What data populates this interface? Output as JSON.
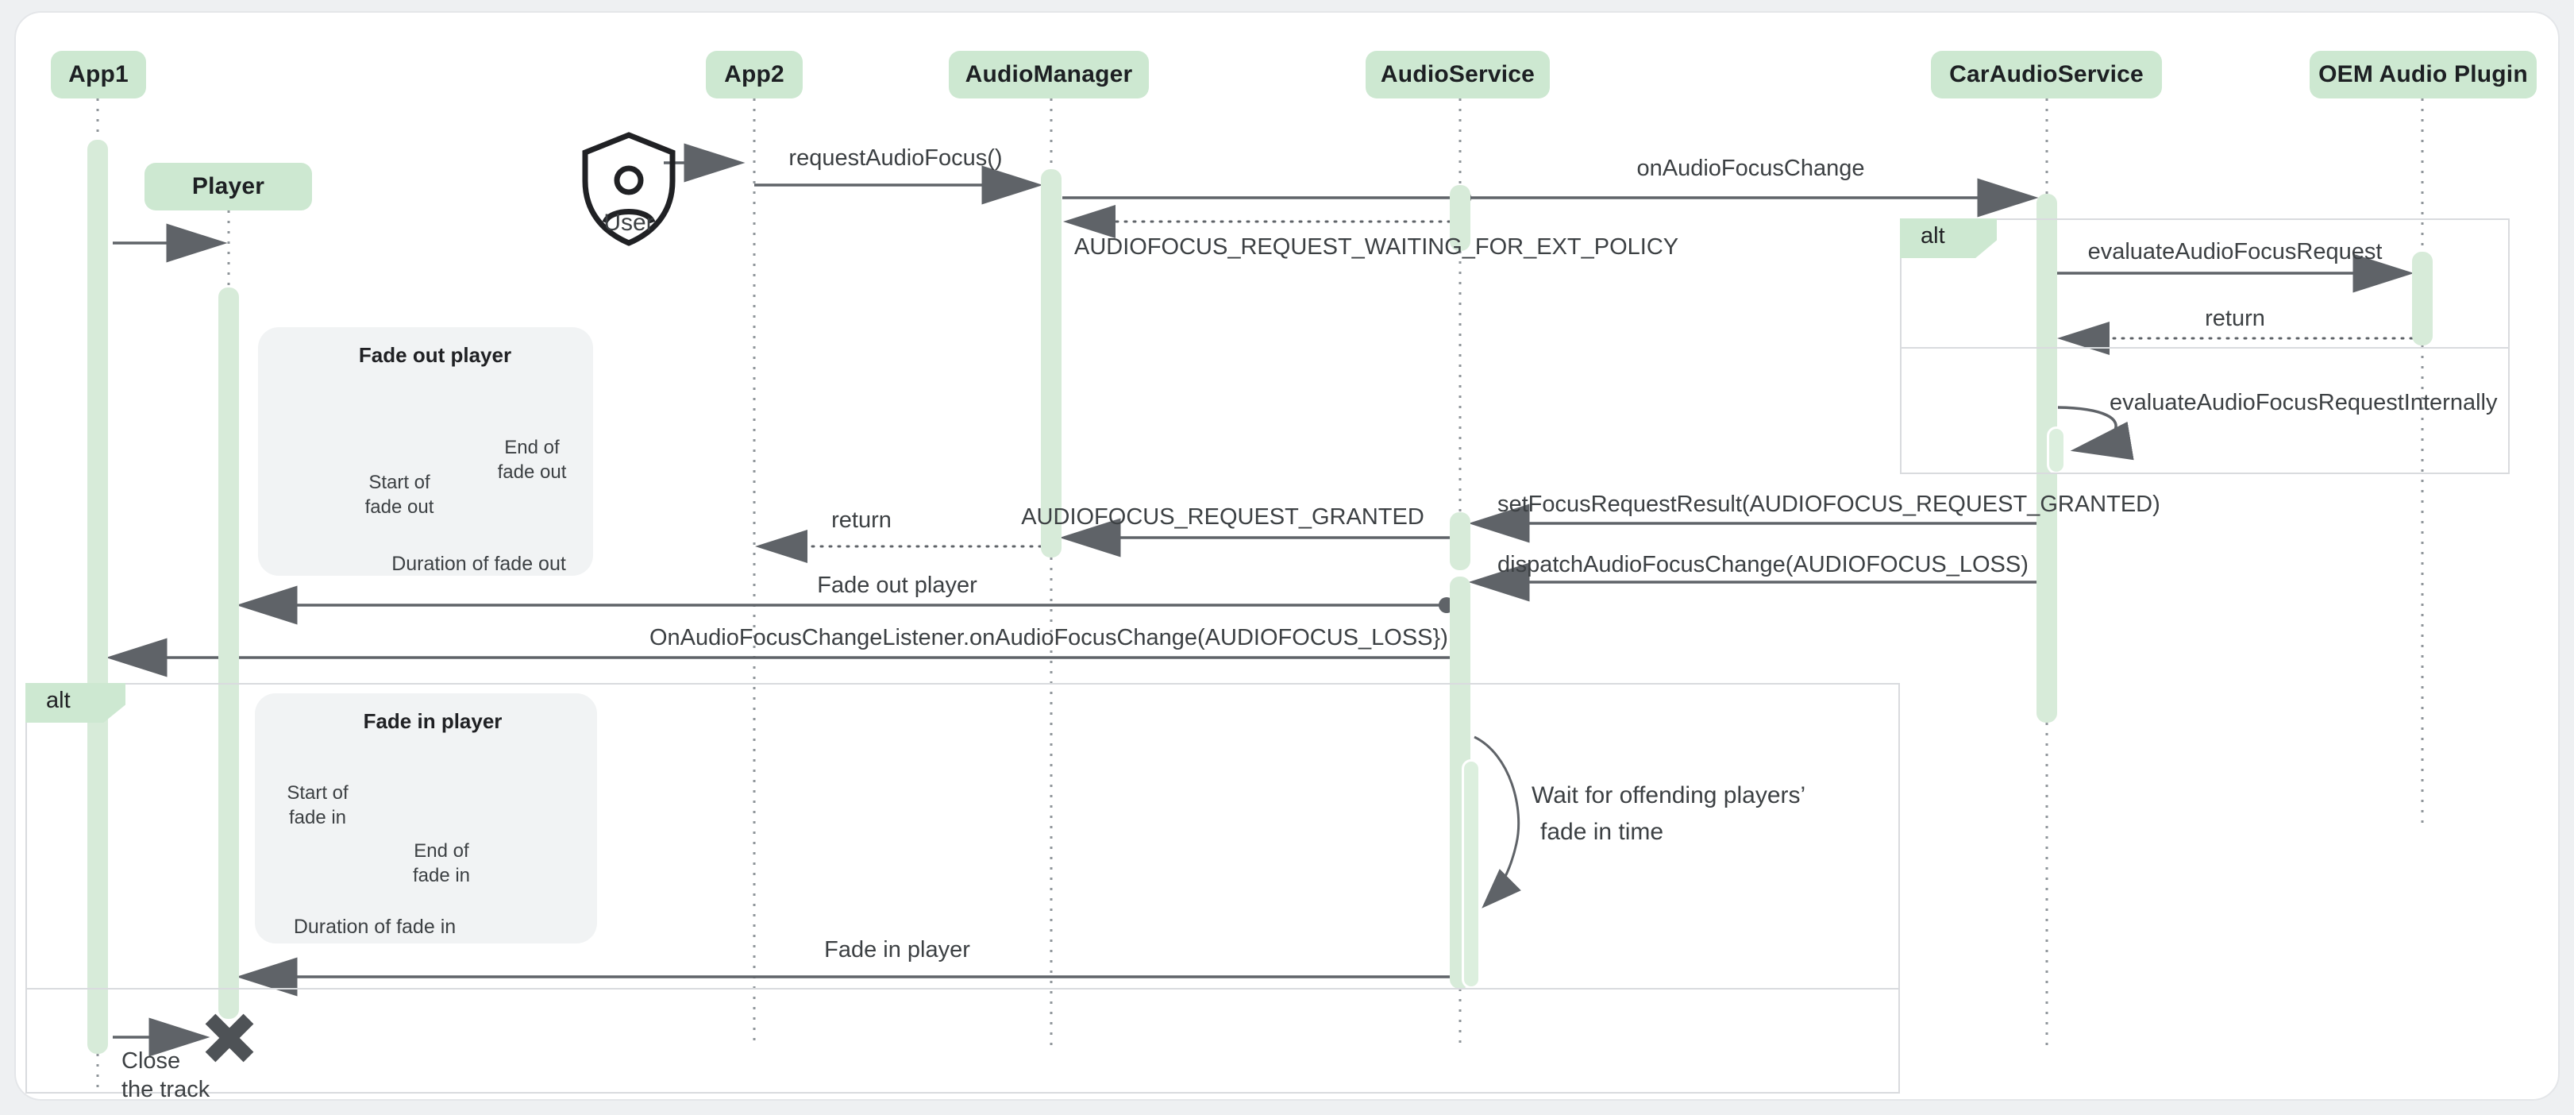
{
  "participants": [
    {
      "label": "App1"
    },
    {
      "label": "App2"
    },
    {
      "label": "AudioManager"
    },
    {
      "label": "AudioService"
    },
    {
      "label": "CarAudioService"
    },
    {
      "label": "OEM Audio Plugin"
    }
  ],
  "objects": {
    "player": "Player"
  },
  "actor": {
    "label": "User"
  },
  "fragments": {
    "policy_alt": "alt",
    "fade_alt": "alt"
  },
  "messages": [
    {
      "label": "requestAudioFocus()"
    },
    {
      "label": "onAudioFocusChange"
    },
    {
      "label": "AUDIOFOCUS_REQUEST_WAITING_FOR_EXT_POLICY"
    },
    {
      "label": "evaluateAudioFocusRequest"
    },
    {
      "label": "return"
    },
    {
      "label": "evaluateAudioFocusRequestInternally"
    },
    {
      "label": "setFocusRequestResult(AUDIOFOCUS_REQUEST_GRANTED)"
    },
    {
      "label": "AUDIOFOCUS_REQUEST_GRANTED"
    },
    {
      "label": "return"
    },
    {
      "label": "dispatchAudioFocusChange(AUDIOFOCUS_LOSS)"
    },
    {
      "label": "Fade out player"
    },
    {
      "label": "OnAudioFocusChangeListener.onAudioFocusChange(AUDIOFOCUS_LOSS})"
    },
    {
      "label": "Fade in player"
    }
  ],
  "note": {
    "line1": "Wait for offending players’",
    "line2": "fade in time"
  },
  "destroy": {
    "line1": "Close",
    "line2": "the track"
  },
  "insets": {
    "fade_out": {
      "title": "Fade out player",
      "start_l1": "Start of",
      "start_l2": "fade out",
      "end_l1": "End of",
      "end_l2": "fade out",
      "duration": "Duration of fade out"
    },
    "fade_in": {
      "title": "Fade in player",
      "start_l1": "Start of",
      "start_l2": "fade in",
      "end_l1": "End of",
      "end_l2": "fade in",
      "duration": "Duration of fade in"
    }
  },
  "colors": {
    "header_green": "#cde8d1",
    "activation_green": "#d7ebd9",
    "line_gray": "#5f6368",
    "lifeline_gray": "#8f959a",
    "frame_gray": "#d9dbde",
    "inset_bg": "#f1f3f4",
    "panel_bg": "#ffffff",
    "canvas_bg": "#eef0f2",
    "text": "#3c4043"
  }
}
